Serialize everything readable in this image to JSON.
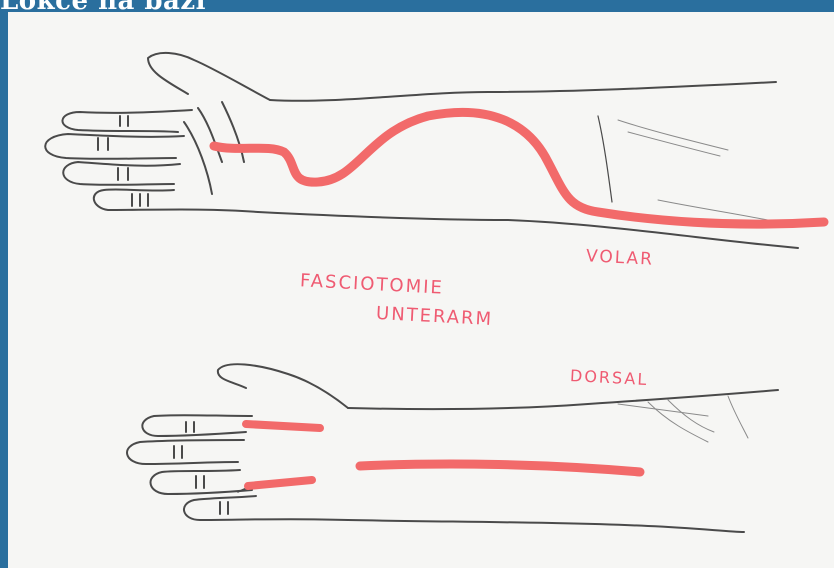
{
  "slide": {
    "title_fragment": "Lokce na bázi",
    "frame_color": "#2a6f9e"
  },
  "illustration": {
    "label_volar": "VOLAR",
    "title_line1": "FASCIOTOMIE",
    "title_line2": "UNTERARM",
    "label_dorsal": "DORSAL",
    "incision_color": "#f26a6a",
    "ink_color": "#4a4a4a"
  }
}
